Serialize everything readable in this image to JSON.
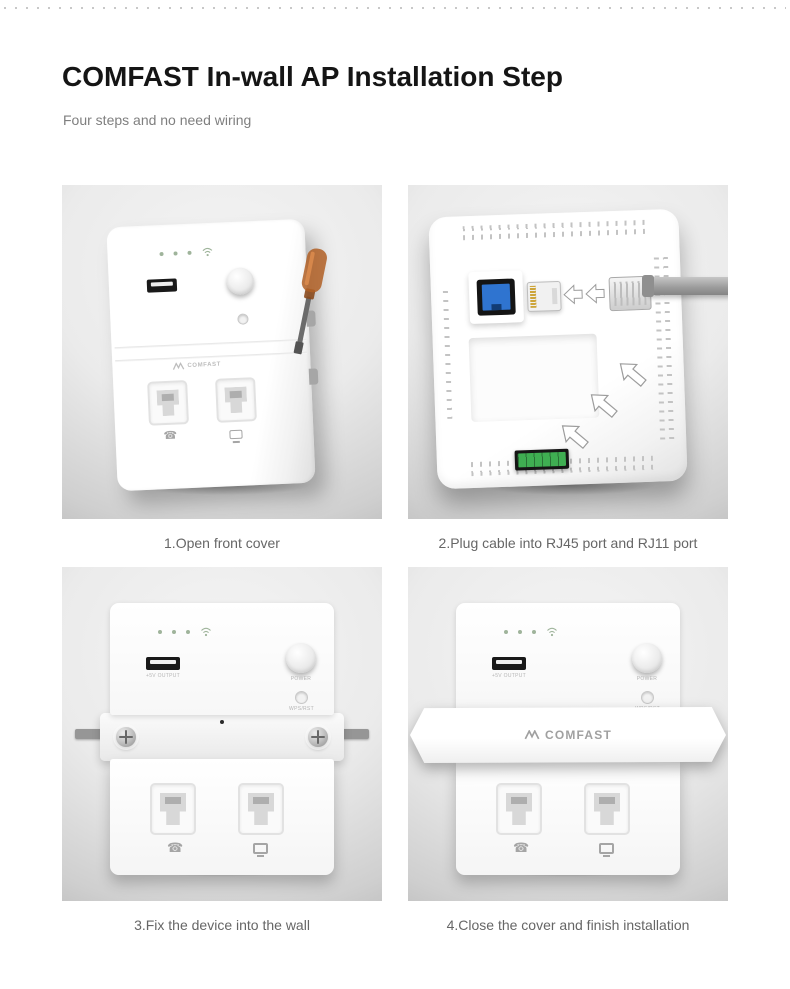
{
  "page": {
    "title": "COMFAST In-wall AP Installation Step",
    "subtitle": "Four steps and no need wiring"
  },
  "steps": [
    {
      "caption": "1.Open front cover"
    },
    {
      "caption": "2.Plug cable into RJ45 port and RJ11 port"
    },
    {
      "caption": "3.Fix the device into the wall"
    },
    {
      "caption": "4.Close the cover and finish installation"
    }
  ],
  "device": {
    "brand": "COMFAST",
    "labels": {
      "usb_output": "+5V OUTPUT",
      "power": "POWER",
      "wps": "WPS/RST"
    }
  },
  "icons": {
    "phone": "☎"
  },
  "colors": {
    "rj45_blue": "#2f74d0",
    "terminal_green": "#3fae52",
    "screwdriver_handle": "#b05f24",
    "caption_text": "#666666",
    "title_text": "#151515"
  }
}
